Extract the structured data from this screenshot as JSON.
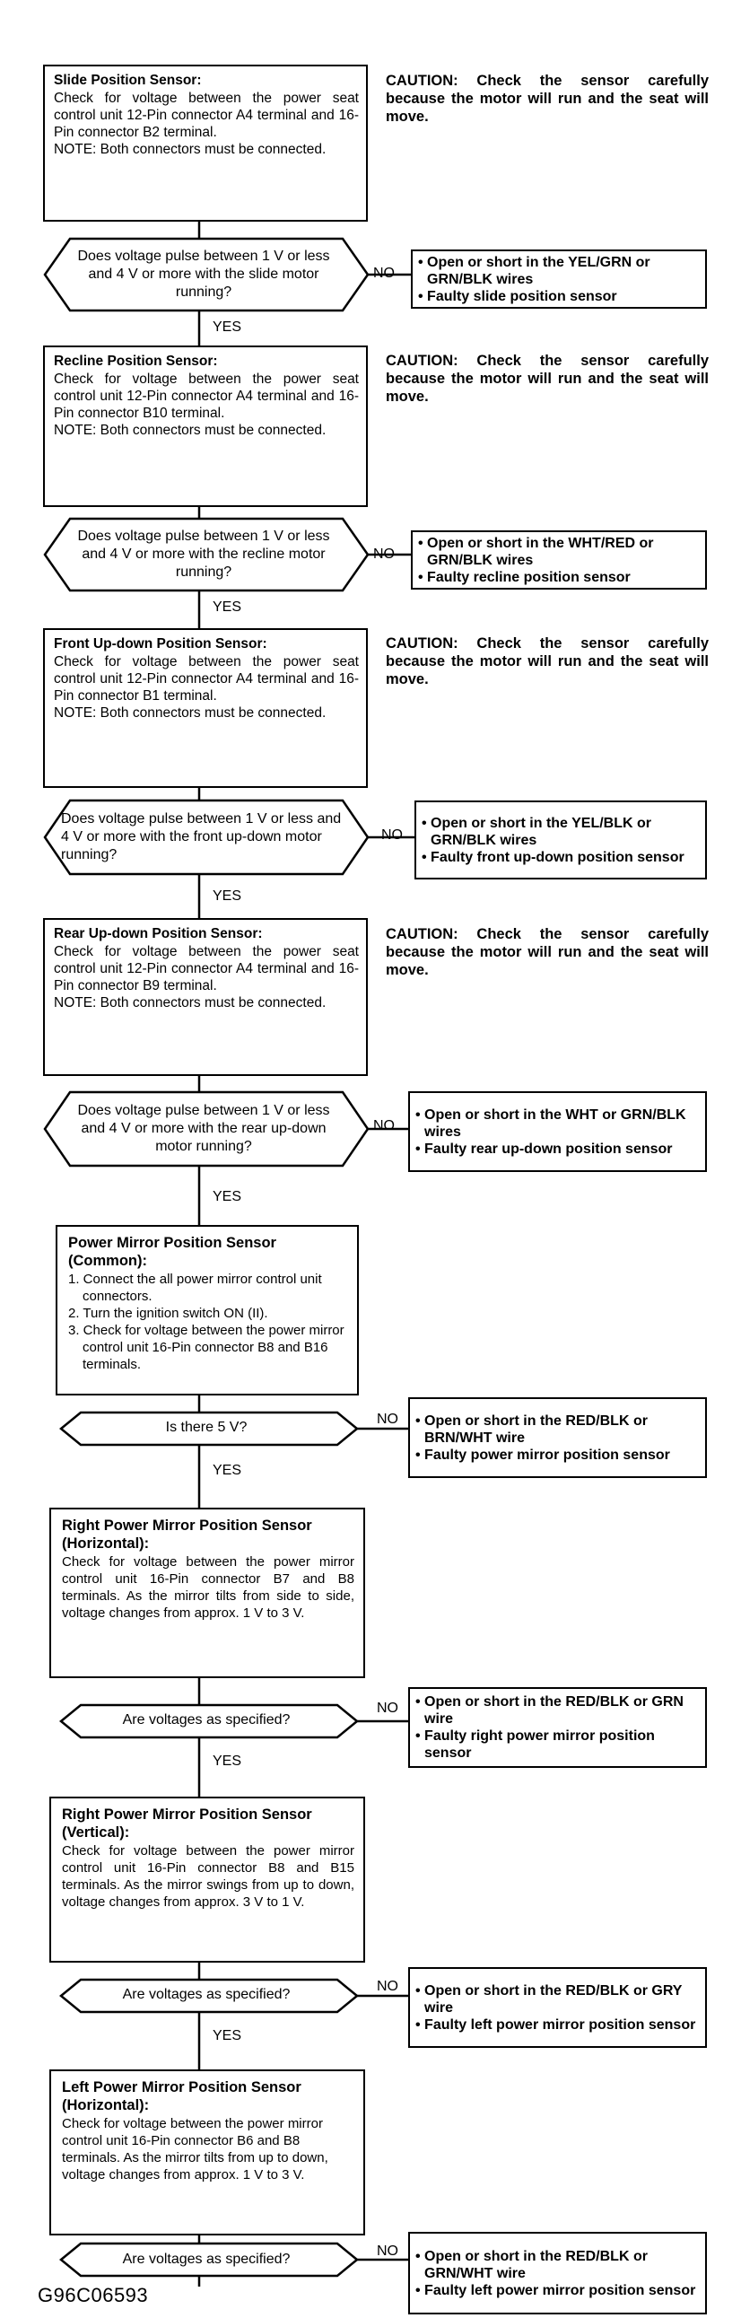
{
  "steps": [
    {
      "title": "Slide Position Sensor:",
      "body": "Check for voltage between the power seat control unit 12-Pin connector A4 terminal and 16-Pin connector B2 terminal.",
      "note": "NOTE: Both connectors must be connected.",
      "caution": "CAUTION: Check the sensor carefully because the motor will run and the seat will move.",
      "question": "Does voltage pulse between 1 V or less and 4 V or more with the slide motor running?",
      "result": [
        "Open or short in the YEL/GRN or GRN/BLK wires",
        "Faulty slide position sensor"
      ]
    },
    {
      "title": "Recline Position Sensor:",
      "body": "Check for voltage between the power seat control unit 12-Pin connector A4 terminal and 16-Pin connector B10 terminal.",
      "note": "NOTE: Both connectors must be connected.",
      "caution": "CAUTION: Check the sensor carefully because the motor will run and the seat will move.",
      "question": "Does voltage pulse between 1 V or less and 4 V or more with the recline motor running?",
      "result": [
        "Open or short in the WHT/RED or GRN/BLK wires",
        "Faulty recline position sensor"
      ]
    },
    {
      "title": "Front Up-down Position Sensor:",
      "body": "Check for voltage between the power seat control unit 12-Pin connector A4 terminal and 16-Pin connector B1 terminal.",
      "note": "NOTE: Both connectors must be connected.",
      "caution": "CAUTION: Check the sensor carefully because the motor will run and the seat will move.",
      "question": "Does voltage pulse between 1 V or less and 4 V or more with the front up-down motor running?",
      "result": [
        "Open or short in the YEL/BLK or GRN/BLK wires",
        "Faulty front up-down position sensor"
      ]
    },
    {
      "title": "Rear Up-down Position Sensor:",
      "body": "Check for voltage between the power seat control unit 12-Pin connector A4 terminal and 16-Pin connector B9 terminal.",
      "note": "NOTE: Both connectors must be connected.",
      "caution": "CAUTION: Check the sensor carefully because the motor will run and the seat will move.",
      "question": "Does voltage pulse between 1 V or less and 4 V or more with the rear up-down motor running?",
      "result": [
        "Open or short in the WHT or GRN/BLK wires",
        "Faulty rear up-down position sensor"
      ]
    },
    {
      "title": "Power Mirror Position Sensor (Common):",
      "items": [
        "1. Connect the all power mirror control unit connectors.",
        "2. Turn the ignition switch ON (II).",
        "3. Check for voltage between the power mirror control unit 16-Pin connector B8 and B16 terminals."
      ],
      "question": "Is there 5 V?",
      "result": [
        "Open or short in the RED/BLK or BRN/WHT wire",
        "Faulty power mirror position sensor"
      ]
    },
    {
      "title": "Right Power Mirror Position Sensor (Horizontal):",
      "body": "Check for voltage between the power mirror control unit 16-Pin connector B7 and B8 terminals. As the mirror tilts from side to side, voltage changes from approx. 1 V to 3 V.",
      "question": "Are voltages as specified?",
      "result": [
        "Open or short in the RED/BLK or GRN wire",
        "Faulty right power mirror position sensor"
      ]
    },
    {
      "title": "Right Power Mirror Position Sensor (Vertical):",
      "body": "Check for voltage between the power mirror control unit 16-Pin connector B8 and B15 terminals. As the mirror swings from up to down, voltage changes from approx. 3 V to 1 V.",
      "question": "Are voltages as specified?",
      "result": [
        "Open or short in the RED/BLK or GRY wire",
        "Faulty left power mirror position sensor"
      ]
    },
    {
      "title": "Left Power Mirror Position Sensor (Horizontal):",
      "body": "Check for voltage between the power mirror control unit 16-Pin connector B6 and B8 terminals. As the mirror tilts from up to down, voltage changes from approx. 1 V to 3 V.",
      "question": "Are voltages as specified?",
      "result": [
        "Open or short in the RED/BLK or GRN/WHT wire",
        "Faulty left power mirror position sensor"
      ]
    }
  ],
  "labels": {
    "yes": "YES",
    "no": "NO"
  },
  "figure_code": "G96C06593"
}
